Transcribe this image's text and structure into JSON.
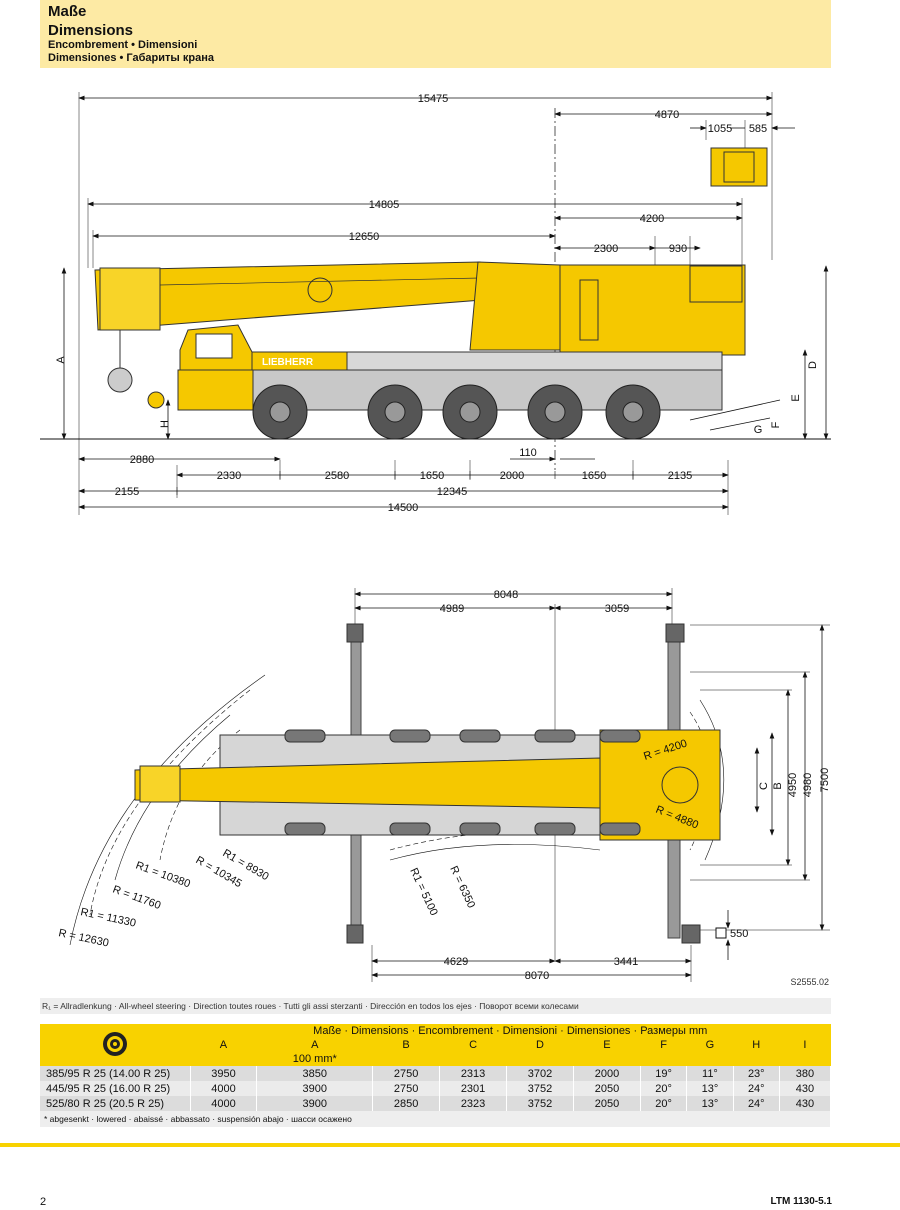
{
  "header": {
    "title_de": "Maße",
    "title_en": "Dimensions",
    "title_fr_it": "Encombrement • Dimensioni",
    "title_es_ru": "Dimensiones • Габариты крана"
  },
  "side_view": {
    "dims": {
      "d15475": "15475",
      "d4870": "4870",
      "d1055": "1055",
      "d585": "585",
      "d14805": "14805",
      "d4200": "4200",
      "d12650": "12650",
      "d2300": "2300",
      "d930": "930",
      "d2880": "2880",
      "d110": "110",
      "d2330": "2330",
      "d2580": "2580",
      "d1650a": "1650",
      "d2000": "2000",
      "d1650b": "1650",
      "d2135": "2135",
      "d2155": "2155",
      "d12345": "12345",
      "d14500": "14500"
    },
    "letters": {
      "A": "A",
      "D": "D",
      "E": "E",
      "F": "F",
      "G": "G",
      "H": "H"
    },
    "brand": "LIEBHERR"
  },
  "top_view": {
    "dims": {
      "d8048": "8048",
      "d4989": "4989",
      "d3059": "3059",
      "d4629": "4629",
      "d3441": "3441",
      "d8070": "8070",
      "d550": "550",
      "d4950": "4950",
      "d4980": "4980",
      "d7500": "7500"
    },
    "letters": {
      "B": "B",
      "C": "C"
    },
    "radii": {
      "r4200": "R = 4200",
      "r4880": "R = 4880",
      "r8930": "R1 = 8930",
      "r10345": "R = 10345",
      "r10380": "R1 =  10380",
      "r11760": "R = 11760",
      "r11330": "R1 = 11330",
      "r12630": "R = 12630",
      "r5100": "R1 = 5100",
      "r6350": "R = 6350"
    },
    "drawing_code": "S2555.02"
  },
  "note": "R₁ = Allradlenkung · All-wheel steering · Direction toutes roues · Tutti gli assi sterzanti · Dirección en todos los ejes · Поворот всеми колесами",
  "table": {
    "caption": "Maße · Dimensions · Encombrement · Dimensioni · Dimensiones · Размеры mm",
    "headers": [
      "A",
      "A",
      "B",
      "C",
      "D",
      "E",
      "F",
      "G",
      "H",
      "I"
    ],
    "subheader": "100 mm*",
    "rows": [
      [
        "385/95 R 25 (14.00 R 25)",
        "3950",
        "3850",
        "2750",
        "2313",
        "3702",
        "2000",
        "19°",
        "11°",
        "23°",
        "380"
      ],
      [
        "445/95 R 25 (16.00 R 25)",
        "4000",
        "3900",
        "2750",
        "2301",
        "3752",
        "2050",
        "20°",
        "13°",
        "24°",
        "430"
      ],
      [
        "525/80 R 25 (20.5  R 25)",
        "4000",
        "3900",
        "2850",
        "2323",
        "3752",
        "2050",
        "20°",
        "13°",
        "24°",
        "430"
      ]
    ],
    "footnote": "* abgesenkt · lowered · abaissé · abbassato · suspensión abajo · шасси осажено"
  },
  "footer": {
    "page_number": "2",
    "model": "LTM 1130-5.1"
  }
}
